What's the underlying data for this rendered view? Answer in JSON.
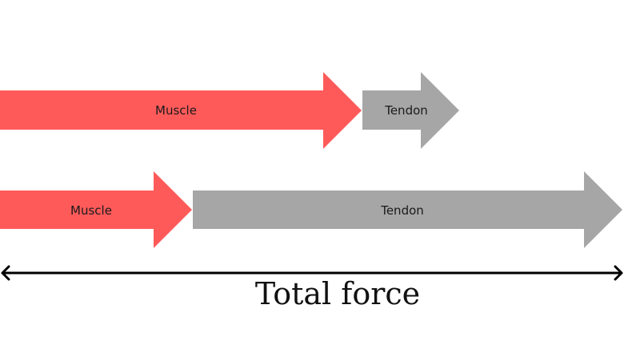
{
  "colors": {
    "muscle": "#ff5a5a",
    "tendon": "#a6a6a6",
    "axis": "#000000"
  },
  "rows": [
    {
      "muscle": {
        "label": "Muscle"
      },
      "tendon": {
        "label": "Tendon"
      }
    },
    {
      "muscle": {
        "label": "Muscle"
      },
      "tendon": {
        "label": "Tendon"
      }
    }
  ],
  "axis": {
    "label": "Total force"
  }
}
